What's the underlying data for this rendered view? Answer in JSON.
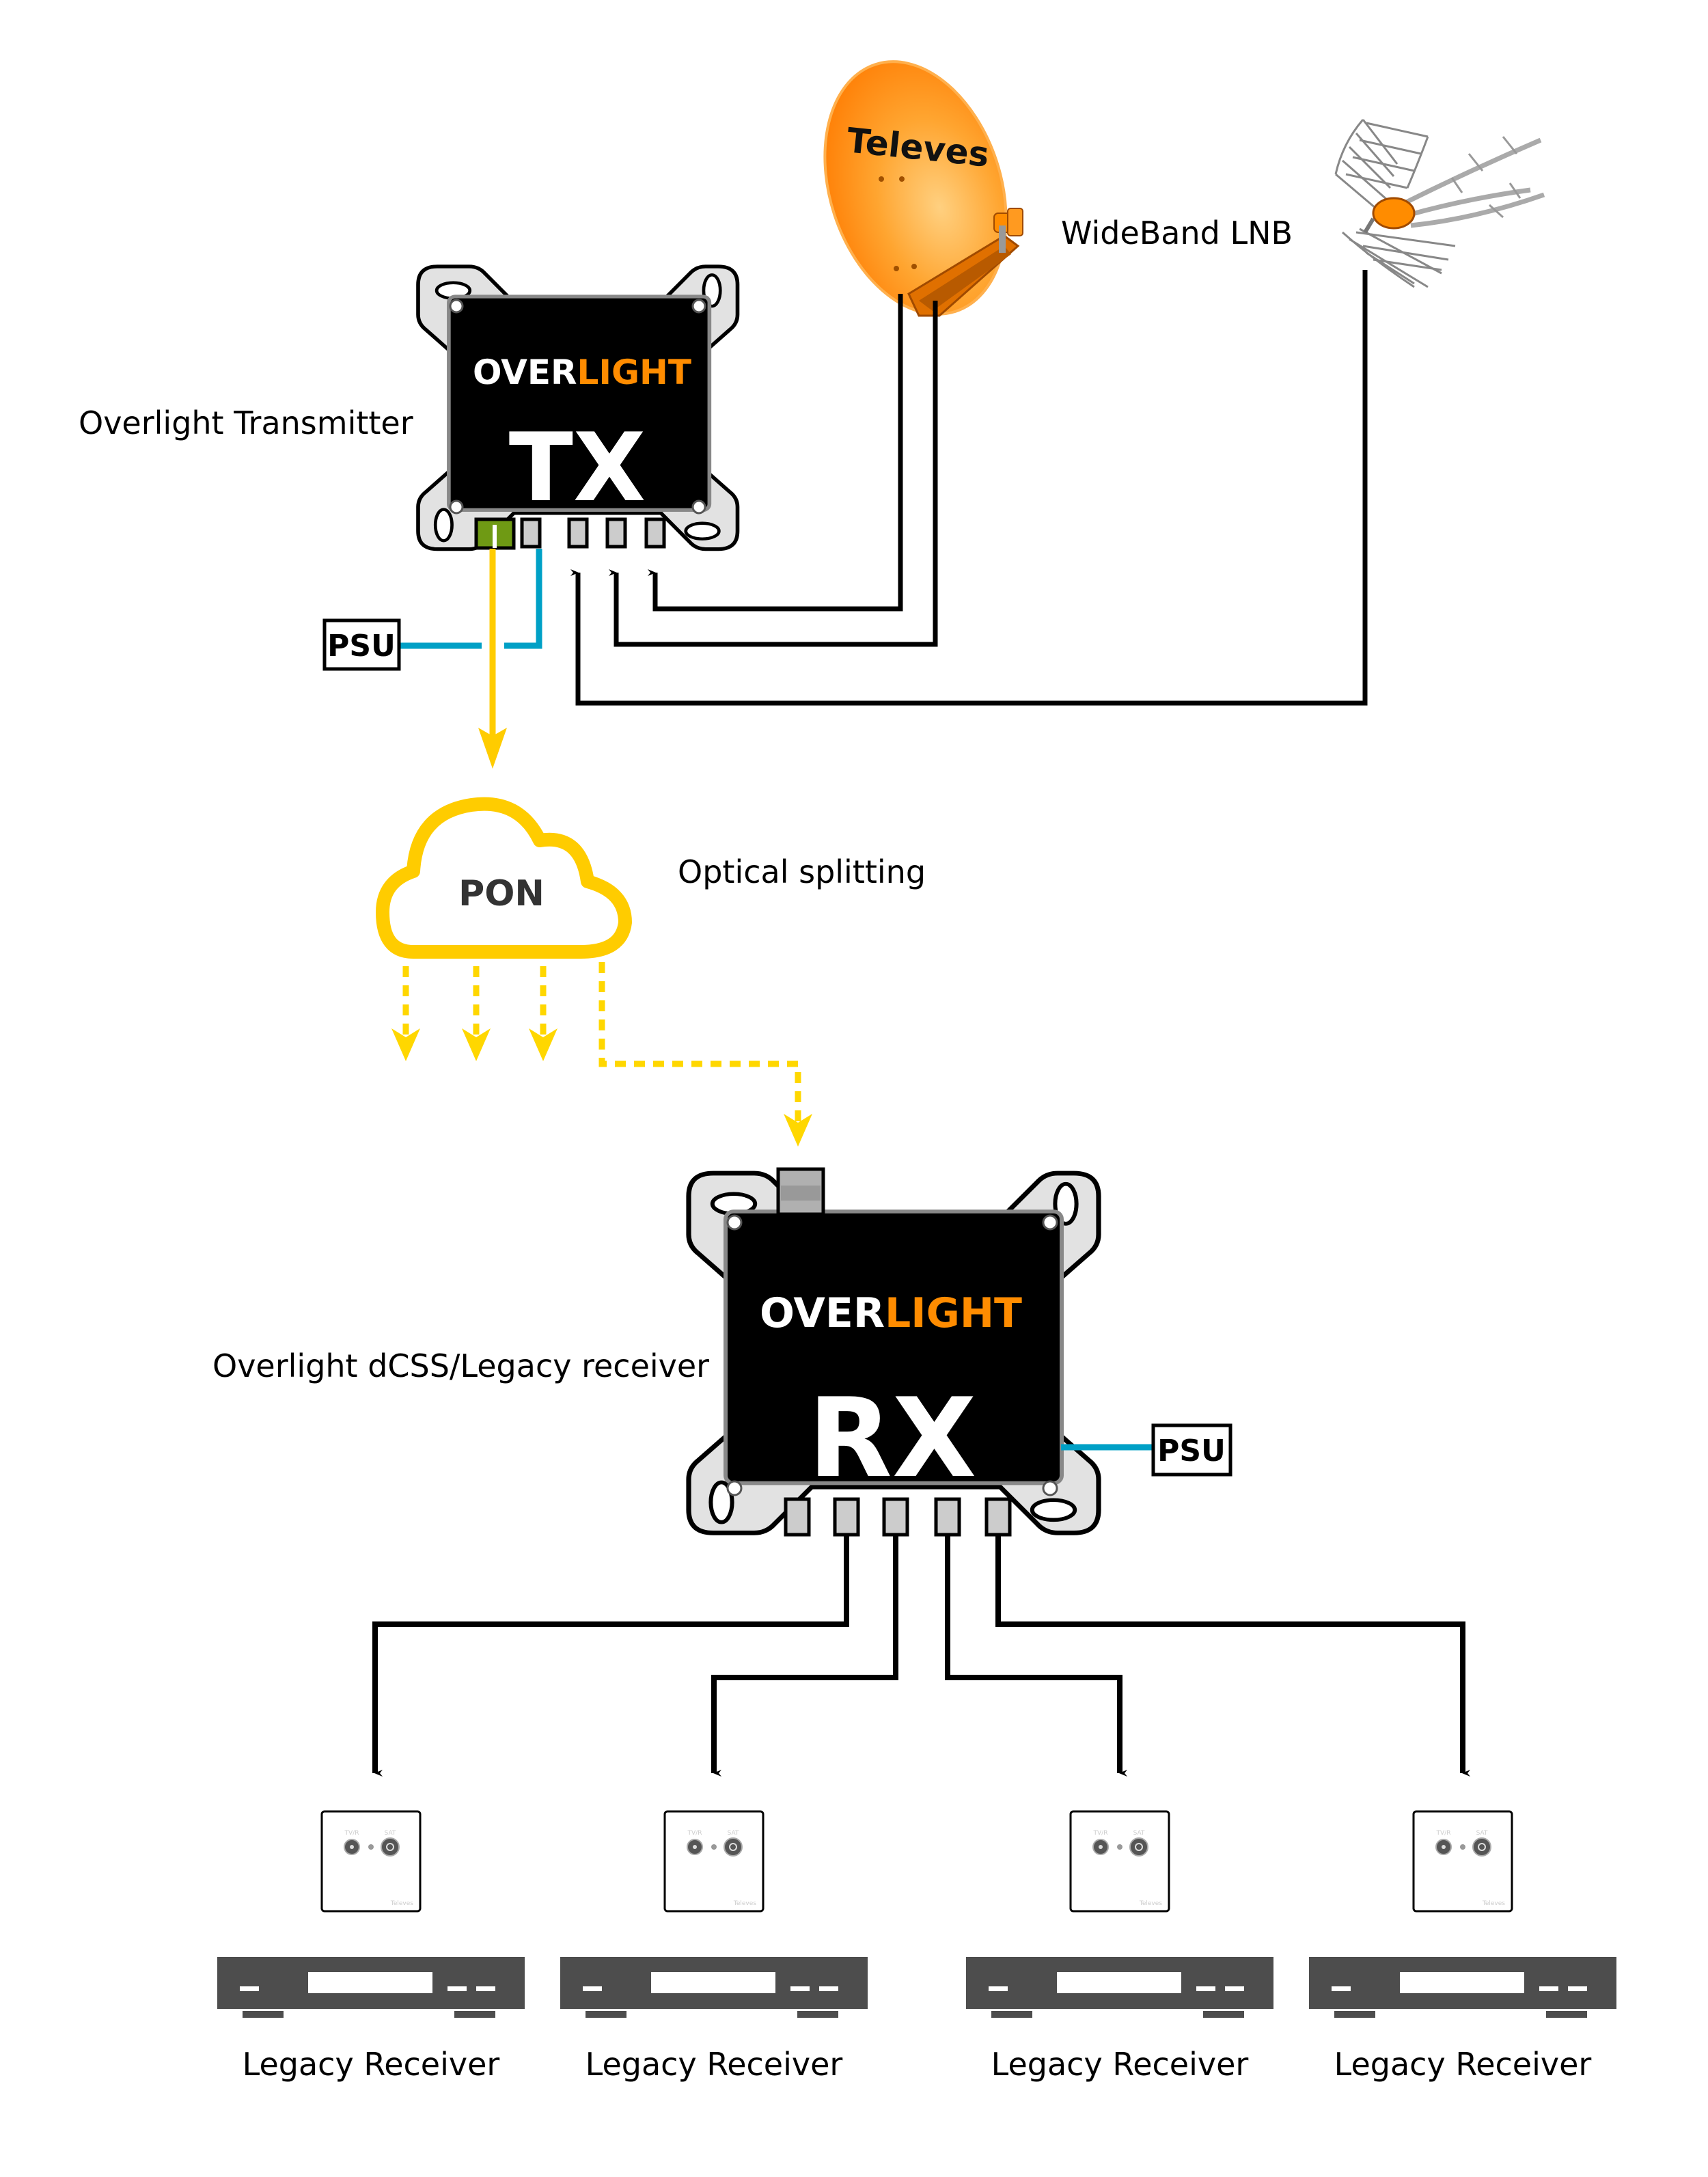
{
  "labels": {
    "transmitter": "Overlight Transmitter",
    "lnb": "WideBand LNB",
    "optical_splitting": "Optical splitting",
    "receiver": "Overlight dCSS/Legacy receiver"
  },
  "tx": {
    "brand_white": "OVER",
    "brand_orange": "LIGHT",
    "model": "TX",
    "psu_label": "PSU"
  },
  "rx": {
    "brand_white": "OVER",
    "brand_orange": "LIGHT",
    "model": "RX",
    "psu_label": "PSU"
  },
  "dish": {
    "brand": "Televes"
  },
  "pon": {
    "label": "PON"
  },
  "outlet": {
    "port_left": "TV/R",
    "port_right": "SAT",
    "brand": "Televes"
  },
  "receivers": [
    {
      "label": "Legacy Receiver"
    },
    {
      "label": "Legacy Receiver"
    },
    {
      "label": "Legacy Receiver"
    },
    {
      "label": "Legacy Receiver"
    }
  ],
  "colors": {
    "fiber": "#ffcc00",
    "power": "#00a0c6",
    "coax": "#000000",
    "brand_orange": "#ff8c00",
    "fiber_port": "#6f9a14",
    "stb": "#4d4d4d"
  }
}
